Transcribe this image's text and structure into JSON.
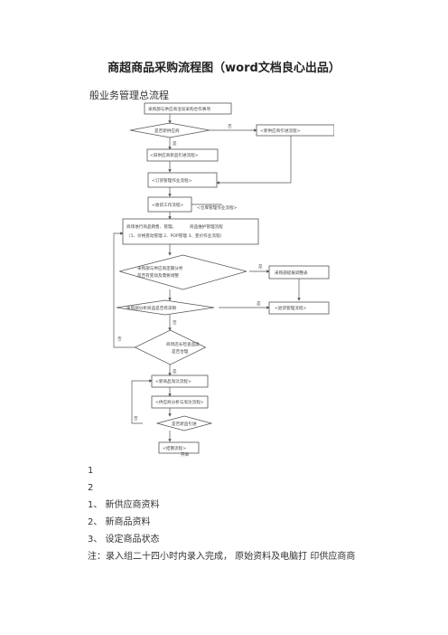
{
  "doc": {
    "title": "商超商品采购流程图（word文档良心出品）",
    "subtitle": "般业务管理总流程"
  },
  "flow": {
    "nodes": {
      "n1": "采购部与供应商洽谈采购合作事项",
      "d1": "是否新供应商",
      "n_new_vendor": "<新供应商引进流程>",
      "n_old_vendor": "<旧供应商新品引进流程>",
      "n2": "<订货管理作业流程>",
      "n3": "<收货工作流程>",
      "n3b": "<仓库管理作业流程>",
      "n4a": "商场进行商品销售、管理，",
      "n4b": "商品维护管理流程",
      "n4c": "（1、价格变动管理  2、POP管理  3、变价作业流程）",
      "d2a": "采购部与供应商定期分析",
      "d2b": "是否有变动及需要调整",
      "n5": "采购部提报调整表",
      "d3": "采购部分析商品是否有滞销",
      "n6": "<退货管理流程>",
      "d4a": "商场店长检查品类",
      "d4b": "是否合理",
      "n7": "<新商品淘汰流程>",
      "n8": "<供应商分析与淘汰流程>",
      "d5": "是否新品引进",
      "n9": "<结算流程>",
      "n9b": "开单"
    },
    "labels": {
      "yes": "是",
      "no": "否"
    }
  },
  "list": {
    "items": [
      "1",
      "2",
      "1、 新供应商资料",
      "2、 新商品资料",
      "3、 设定商品状态"
    ],
    "note": "注：录入组二十四小时内录入完成， 原始资料及电脑打 印供应商商"
  }
}
